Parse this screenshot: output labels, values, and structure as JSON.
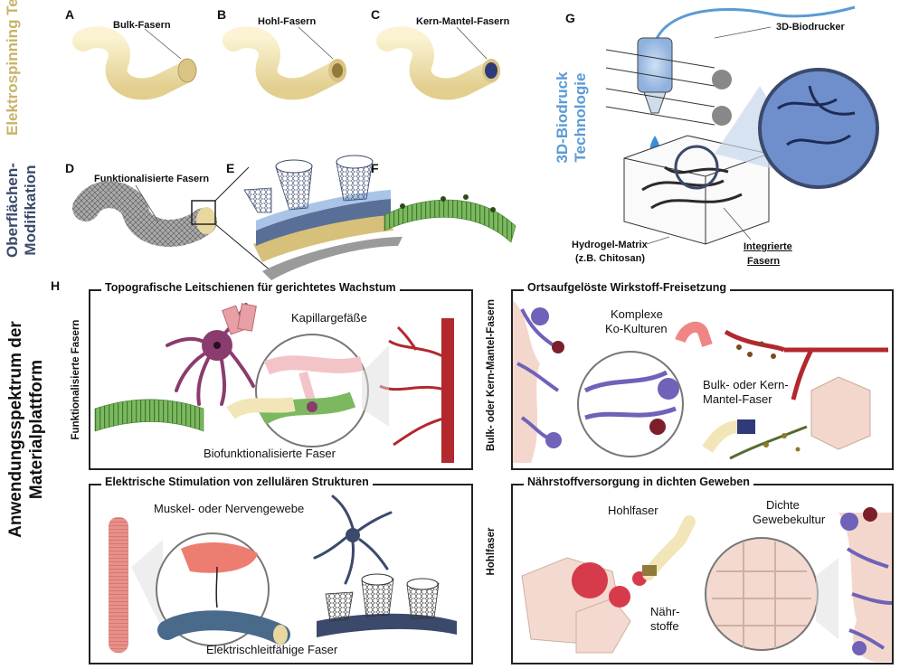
{
  "side_labels": {
    "elektrospinning": "Elektrospinning Technologie",
    "oberflaechen": "Oberflächen-Modifikation",
    "biodruck": "3D-Biodruck Technologie",
    "anwendung": "Anwendungsspektrum der Materialplattform",
    "funktionalisierte_fasern_vertical": "Funktionalisierte Fasern",
    "bulk_kern_vertical": "Bulk- oder Kern-Mantel-Fasern",
    "hohlfaser_vertical": "Hohlfaser"
  },
  "panels": {
    "A": {
      "letter": "A",
      "label": "Bulk-Fasern"
    },
    "B": {
      "letter": "B",
      "label": "Hohl-Fasern"
    },
    "C": {
      "letter": "C",
      "label": "Kern-Mantel-Fasern"
    },
    "D": {
      "letter": "D",
      "label": "Funktionalisierte Fasern"
    },
    "E": {
      "letter": "E"
    },
    "F": {
      "letter": "F"
    },
    "G": {
      "letter": "G",
      "printer": "3D-Biodrucker",
      "matrix_line1": "Hydrogel-Matrix",
      "matrix_line2": "(z.B. Chitosan)",
      "integrated_line1": "Integrierte",
      "integrated_line2": "Fasern"
    },
    "H": {
      "letter": "H"
    }
  },
  "boxes": {
    "topo": {
      "title": "Topografische Leitschienen für gerichtetes Wachstum",
      "capillary": "Kapillargefäße",
      "biofunc": "Biofunktionalisierte Faser"
    },
    "release": {
      "title": "Ortsaufgelöste Wirkstoff-Freisetzung",
      "cocult_line1": "Komplexe",
      "cocult_line2": "Ko-Kulturen",
      "fiber_line1": "Bulk- oder Kern-",
      "fiber_line2": "Mantel-Faser"
    },
    "electric": {
      "title": "Elektrische Stimulation von zellulären Strukturen",
      "tissue": "Muskel- oder Nervengewebe",
      "conductive": "Elektrischleitfähige Faser"
    },
    "nutrient": {
      "title": "Nährstoffversorgung in dichten Geweben",
      "hollow": "Hohlfaser",
      "dense_line1": "Dichte",
      "dense_line2": "Gewebekultur",
      "nutr_line1": "Nähr-",
      "nutr_line2": "stoffe"
    }
  },
  "colors": {
    "gold": "#c9b36a",
    "navy": "#3b4a6b",
    "sky": "#5b9bd5",
    "fiber": "#f2e6b8",
    "green": "#6aa84f",
    "red": "#b3282d",
    "purple": "#8a3c6e"
  }
}
